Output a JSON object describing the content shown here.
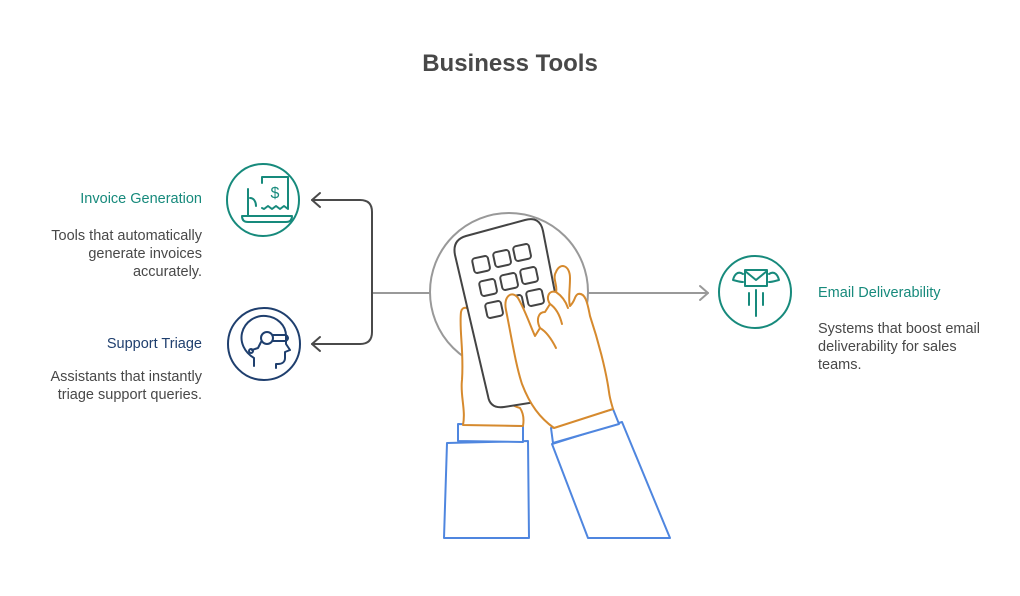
{
  "title": "Business Tools",
  "colors": {
    "teal": "#178A7C",
    "navy": "#1F3F6E",
    "text_gray": "#484848",
    "connector_gray": "#4A4A4A",
    "light_gray": "#999999",
    "hand_orange": "#D68A2E",
    "sleeve_blue": "#4F86DF",
    "calculator_dark": "#444444"
  },
  "items": [
    {
      "title": "Invoice Generation",
      "description": "Tools that automatically generate invoices accurately.",
      "icon": "invoice-icon",
      "color": "teal"
    },
    {
      "title": "Support Triage",
      "description": "Assistants that instantly triage support queries.",
      "icon": "support-headset-icon",
      "color": "navy"
    },
    {
      "title": "Email Deliverability",
      "description": "Systems that boost email deliverability for sales teams.",
      "icon": "flying-email-icon",
      "color": "teal"
    }
  ],
  "center_icon": "hand-calculator-icon"
}
